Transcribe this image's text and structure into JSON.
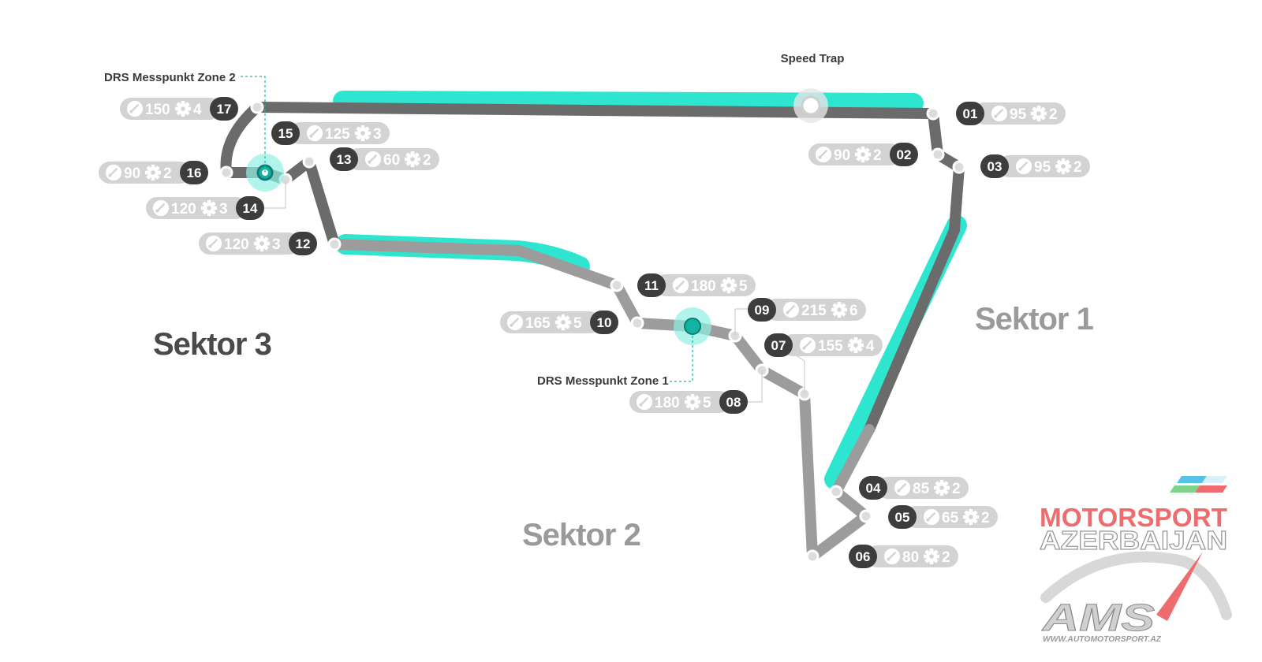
{
  "colors": {
    "track_dark": "#6b6b6b",
    "track_light": "#9c9c9c",
    "drs_zone": "#2ee6cf",
    "pill": "#d3d3d3",
    "badge": "#3d3d3d",
    "sector_dark": "#4a4a4a",
    "sector_light": "#9a9a9a",
    "logo_red": "#ee6b6e"
  },
  "annotations": {
    "speed_trap": "Speed Trap",
    "drs_zone_1": "DRS Messpunkt Zone 1",
    "drs_zone_2": "DRS Messpunkt Zone 2"
  },
  "sectors": {
    "s1": "Sektor 1",
    "s2": "Sektor 2",
    "s3": "Sektor 3"
  },
  "corners": [
    {
      "num": "01",
      "speed": "95",
      "gear": "2"
    },
    {
      "num": "02",
      "speed": "90",
      "gear": "2"
    },
    {
      "num": "03",
      "speed": "95",
      "gear": "2"
    },
    {
      "num": "04",
      "speed": "85",
      "gear": "2"
    },
    {
      "num": "05",
      "speed": "65",
      "gear": "2"
    },
    {
      "num": "06",
      "speed": "80",
      "gear": "2"
    },
    {
      "num": "07",
      "speed": "155",
      "gear": "4"
    },
    {
      "num": "08",
      "speed": "180",
      "gear": "5"
    },
    {
      "num": "09",
      "speed": "215",
      "gear": "6"
    },
    {
      "num": "10",
      "speed": "165",
      "gear": "5"
    },
    {
      "num": "11",
      "speed": "180",
      "gear": "5"
    },
    {
      "num": "12",
      "speed": "120",
      "gear": "3"
    },
    {
      "num": "13",
      "speed": "60",
      "gear": "2"
    },
    {
      "num": "14",
      "speed": "120",
      "gear": "3"
    },
    {
      "num": "15",
      "speed": "125",
      "gear": "3"
    },
    {
      "num": "16",
      "speed": "90",
      "gear": "2"
    },
    {
      "num": "17",
      "speed": "150",
      "gear": "4"
    }
  ],
  "icons": {
    "speed": "speedometer-icon",
    "gear": "gear-icon"
  },
  "logo": {
    "line1": "MOTORSPORT",
    "line2": "AZERBAIJAN",
    "mark": "AMS",
    "url": "WWW.AUTOMOTORSPORT.AZ"
  }
}
